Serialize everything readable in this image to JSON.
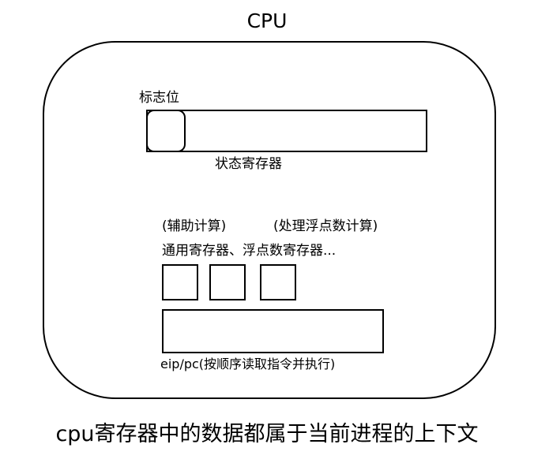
{
  "diagram": {
    "title": "CPU",
    "flag_label": "标志位",
    "status_register_label": "状态寄存器",
    "aux_calc_label": "(辅助计算)",
    "float_calc_label": "(处理浮点数计算)",
    "registers_label": "通用寄存器、浮点数寄存器...",
    "eip_label": "eip/pc(按顺序读取指令并执行)",
    "caption": "cpu寄存器中的数据都属于当前进程的上下文"
  }
}
